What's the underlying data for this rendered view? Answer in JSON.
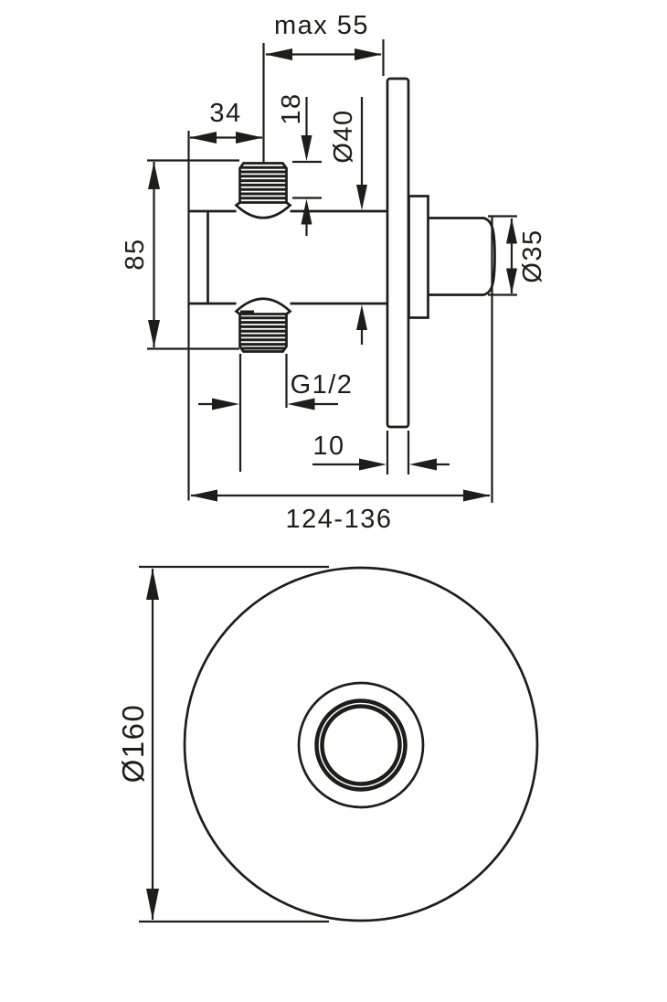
{
  "side_view": {
    "dim_max_wall_depth": "max 55",
    "dim_port_offset": "34",
    "dim_thread_length": "18",
    "dim_body_diameter": "Ø40",
    "dim_port_spacing": "85",
    "dim_handle_diameter": "Ø35",
    "dim_thread_type": "G1/2",
    "dim_plate_thickness": "10",
    "dim_overall_depth": "124-136"
  },
  "front_view": {
    "dim_plate_diameter": "Ø160"
  }
}
